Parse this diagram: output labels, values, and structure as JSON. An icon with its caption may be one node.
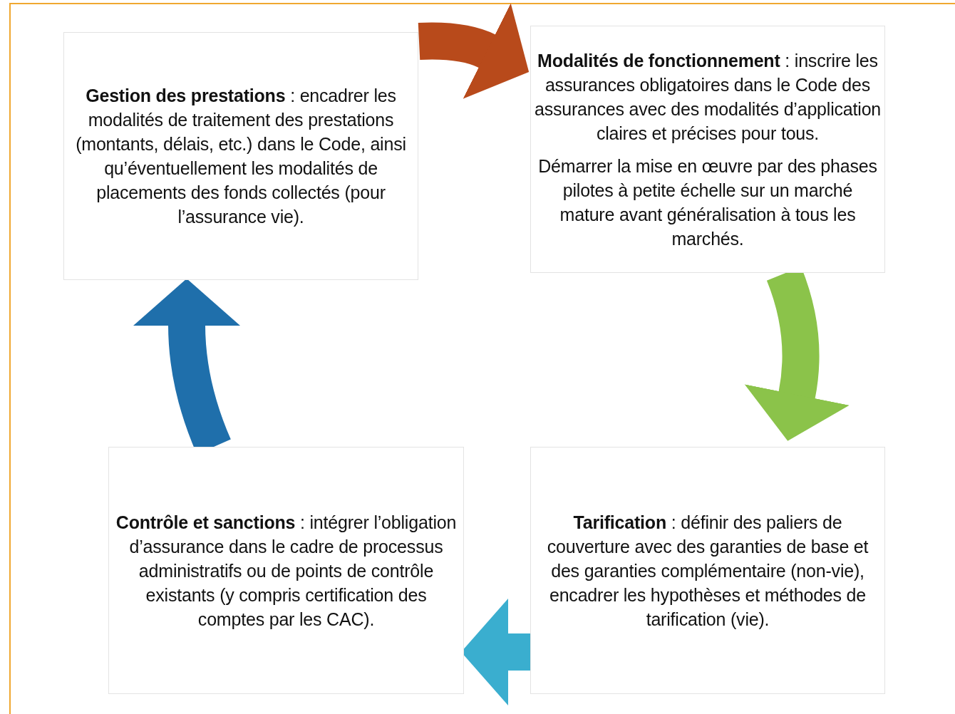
{
  "diagram": {
    "nodes": [
      {
        "text": [
          "**Gestion des prestations** : encadrer les modalités de traitement des prestations (montants, délais, etc.) dans le Code, ainsi qu’éventuellement les modalités de placements des fonds collectés (pour l’assurance vie)."
        ]
      },
      {
        "text": [
          "**Modalités de fonctionnement** : inscrire les assurances obligatoires dans le Code des assurances avec des modalités d’application claires et précises pour tous.",
          "Démarrer la mise en œuvre par des phases pilotes à petite échelle sur un marché mature avant généralisation à tous les marchés."
        ]
      },
      {
        "text": [
          "**Tarification** : définir des paliers de couverture avec des garanties de base et des garanties complémentaire (non-vie), encadrer les hypothèses et méthodes de tarification (vie)."
        ]
      },
      {
        "text": [
          "**Contrôle et sanctions** : intégrer l’obligation d’assurance dans le cadre de processus administratifs ou de points de contrôle existants (y compris certification des comptes par les CAC)."
        ]
      }
    ],
    "edges": [
      {
        "from": 0,
        "to": 1,
        "arrow": "to",
        "color": "#b84a1b"
      },
      {
        "from": 1,
        "to": 2,
        "arrow": "to",
        "color": "#8bc34a"
      },
      {
        "from": 2,
        "to": 3,
        "arrow": "to",
        "color": "#3aaecf"
      },
      {
        "from": 3,
        "to": 0,
        "arrow": "to",
        "color": "#1f6fab"
      }
    ]
  }
}
